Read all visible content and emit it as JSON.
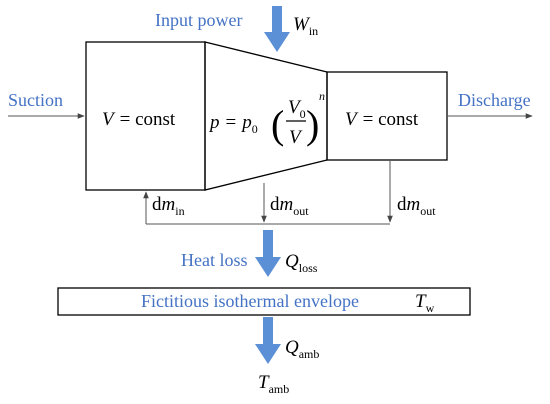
{
  "labels": {
    "input_power": "Input power",
    "suction": "Suction",
    "discharge": "Discharge",
    "heat_loss": "Heat loss",
    "envelope": "Fictitious isothermal envelope"
  },
  "symbols": {
    "W": "W",
    "W_sub": "in",
    "V_left": "V",
    "const_left": "= const",
    "p": "p",
    "eq": "=",
    "p0": "p",
    "p0_sub": "0",
    "V0": "V",
    "V0_sub": "0",
    "V_den": "V",
    "exp_n": "n",
    "V_right": "V",
    "const_right": "= const",
    "dm": "d",
    "m": "m",
    "in": "in",
    "out": "out",
    "Q": "Q",
    "Q_loss_sub": "loss",
    "Q_amb_sub": "amb",
    "T": "T",
    "T_w_sub": "w",
    "T_amb_sub": "amb"
  },
  "colors": {
    "accent": "#4472c4",
    "arrow": "#5b8fd6",
    "line": "#000000"
  }
}
